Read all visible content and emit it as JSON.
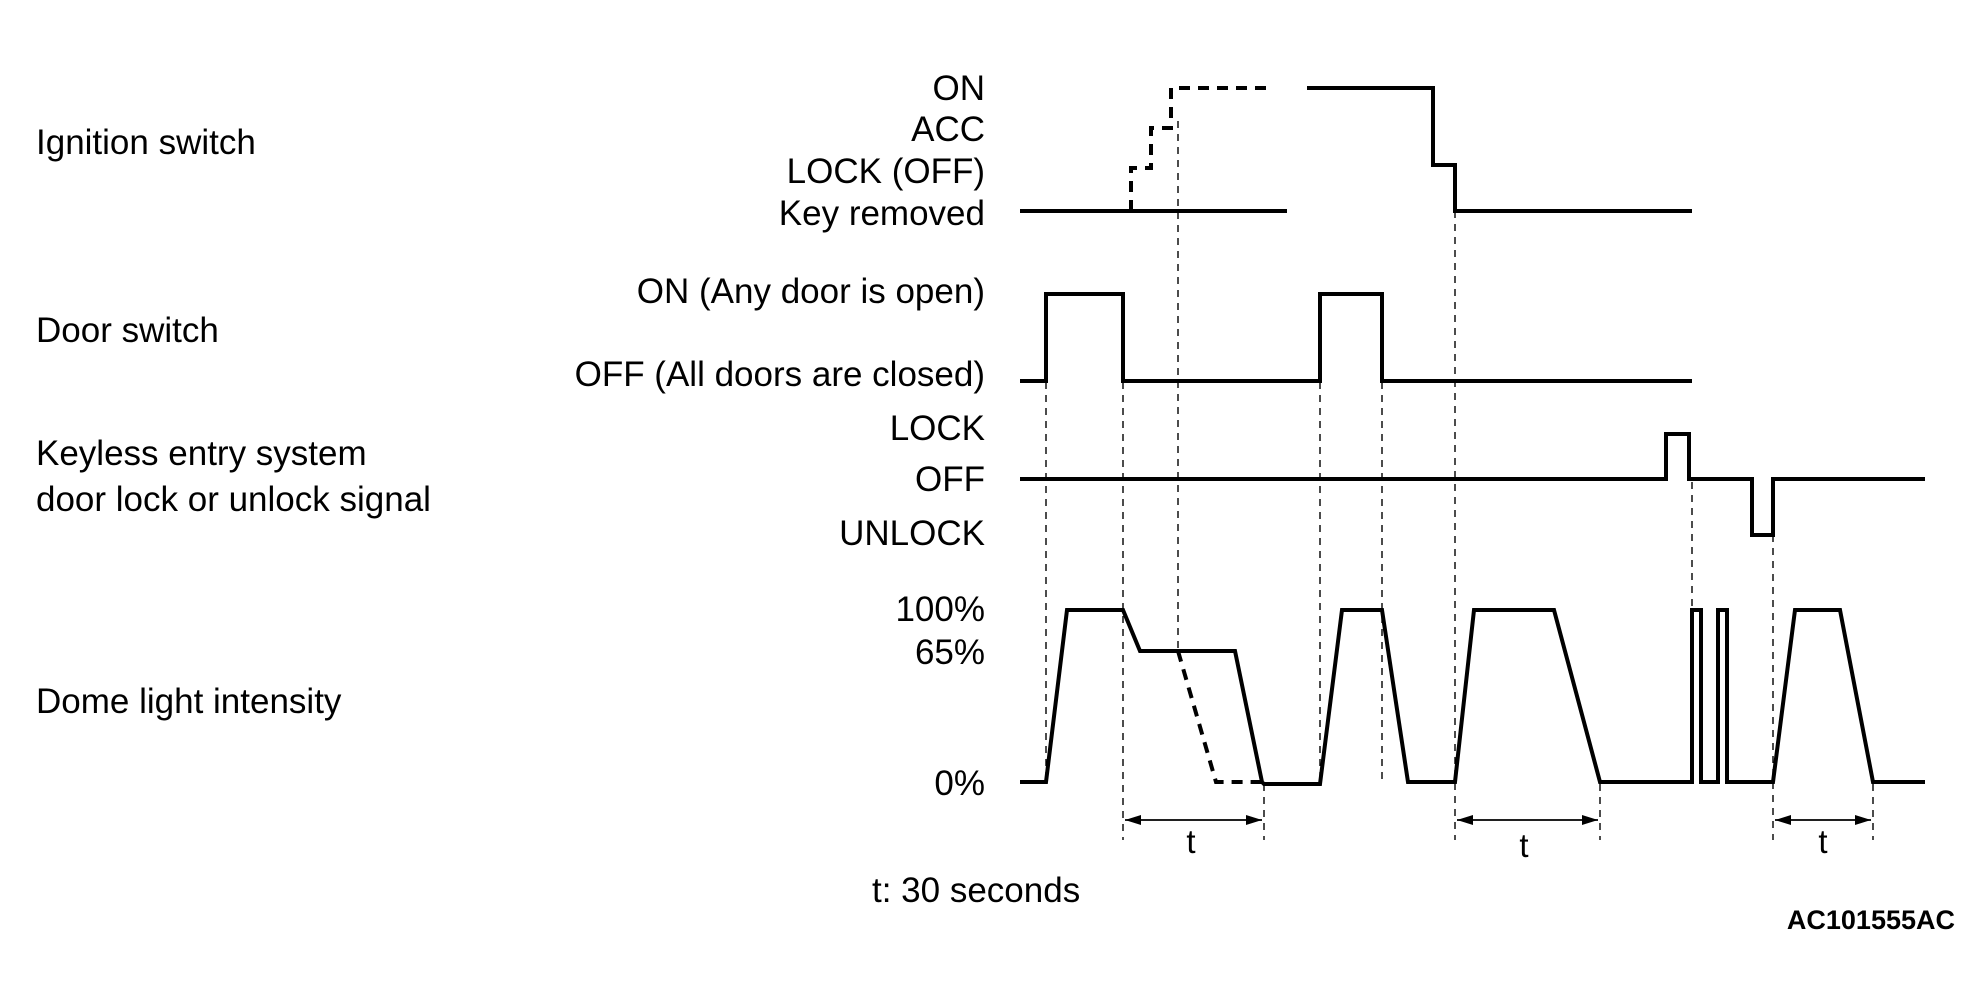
{
  "signals": {
    "ignition": {
      "name": "Ignition switch",
      "states": [
        "ON",
        "ACC",
        "LOCK (OFF)",
        "Key removed"
      ]
    },
    "door": {
      "name": "Door switch",
      "states": [
        "ON (Any door is open)",
        "OFF (All doors are closed)"
      ]
    },
    "keyless": {
      "name_line1": "Keyless entry system",
      "name_line2": "door lock or unlock signal",
      "states": [
        "LOCK",
        "OFF",
        "UNLOCK"
      ]
    },
    "dome": {
      "name": "Dome light intensity",
      "states": [
        "100%",
        "65%",
        "0%"
      ]
    }
  },
  "timing": {
    "interval_label": "t",
    "note": "t: 30 seconds"
  },
  "figure_id": "AC101555AC"
}
